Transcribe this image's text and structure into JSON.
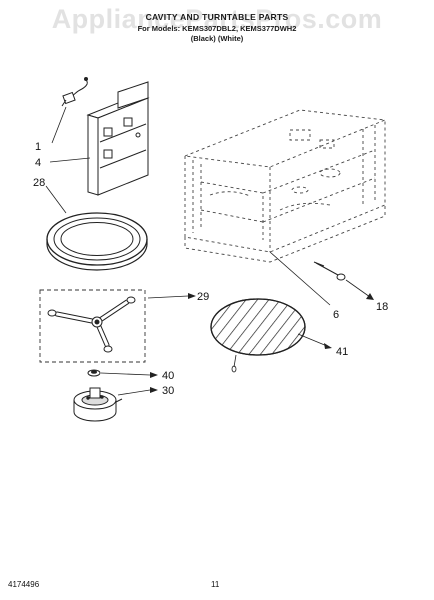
{
  "header": {
    "title": "CAVITY AND TURNTABLE PARTS",
    "models": "For Models: KEMS307DBL2, KEMS377DWH2",
    "colors": "(Black)        (White)"
  },
  "watermark": "AppliancePartsPros.com",
  "callouts": {
    "c1": "1",
    "c4": "4",
    "c28": "28",
    "c29": "29",
    "c6": "6",
    "c18": "18",
    "c41": "41",
    "c40": "40",
    "c30": "30"
  },
  "footer": {
    "doc_number": "4174496",
    "page_number": "11"
  }
}
